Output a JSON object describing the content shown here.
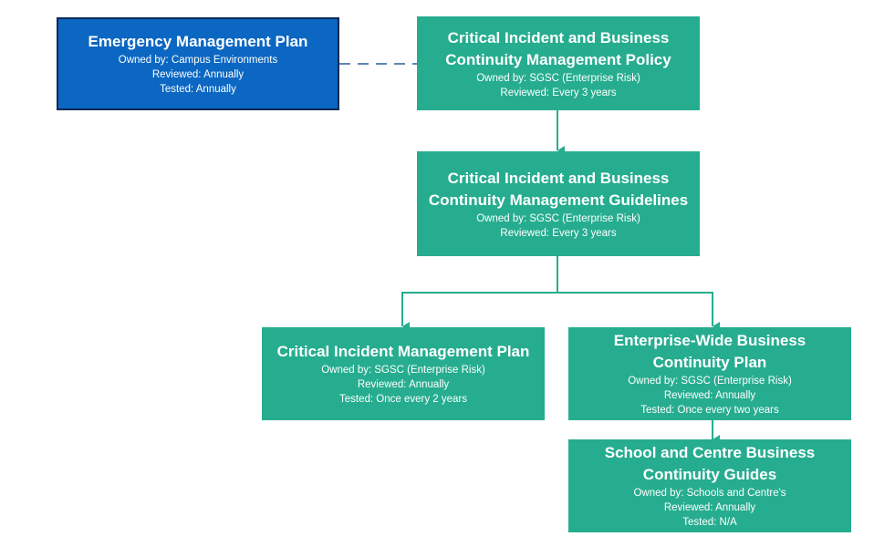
{
  "nodes": {
    "emergency_plan": {
      "title": "Emergency Management Plan",
      "lines": [
        "Owned by: Campus Environments",
        "Reviewed: Annually",
        "Tested: Annually"
      ]
    },
    "policy": {
      "title": "Critical Incident and Business Continuity Management Policy",
      "lines": [
        "Owned by: SGSC (Enterprise Risk)",
        "Reviewed: Every 3 years"
      ]
    },
    "guidelines": {
      "title": "Critical Incident and Business Continuity Management Guidelines",
      "lines": [
        "Owned by: SGSC (Enterprise Risk)",
        "Reviewed: Every 3 years"
      ]
    },
    "incident_plan": {
      "title": "Critical Incident Management Plan",
      "lines": [
        "Owned by: SGSC (Enterprise Risk)",
        "Reviewed: Annually",
        "Tested: Once every 2 years"
      ]
    },
    "enterprise_plan": {
      "title": "Enterprise-Wide Business Continuity Plan",
      "lines": [
        "Owned by: SGSC (Enterprise Risk)",
        "Reviewed: Annually",
        "Tested: Once every two years"
      ]
    },
    "school_guides": {
      "title": "School and Centre Business Continuity Guides",
      "lines": [
        "Owned by:  Schools and Centre's",
        "Reviewed: Annually",
        "Tested: N/A"
      ]
    }
  },
  "colors": {
    "teal": "#26ad8f",
    "blue": "#0b67c2",
    "blue_border": "#0a2a55",
    "dashed_link": "#5b87b3"
  }
}
